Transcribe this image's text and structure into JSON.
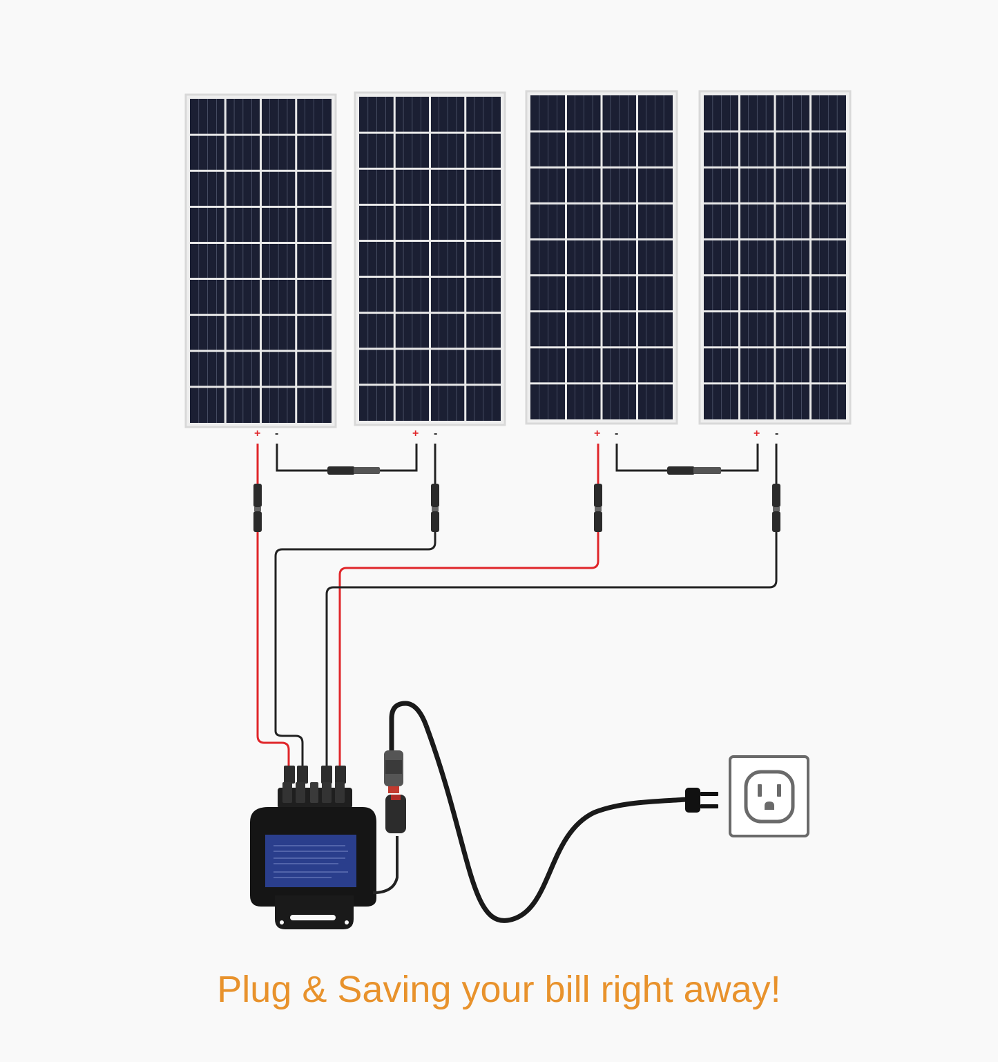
{
  "caption": "Plug & Saving your bill right away!",
  "polarity": {
    "positive": "+",
    "negative": "-"
  },
  "colors": {
    "background": "#f9f9f9",
    "panel_cell": "#1b1f33",
    "panel_frame": "#d9d9d9",
    "wire_positive": "#e0262a",
    "wire_negative": "#222222",
    "caption": "#e8922c",
    "inverter_label": "#2a3e8c"
  },
  "panels": [
    {
      "id": "panel-1"
    },
    {
      "id": "panel-2"
    },
    {
      "id": "panel-3"
    },
    {
      "id": "panel-4"
    }
  ],
  "icons": {
    "outlet": "wall-outlet-icon",
    "plug": "power-plug-icon",
    "inverter": "micro-inverter-icon"
  }
}
